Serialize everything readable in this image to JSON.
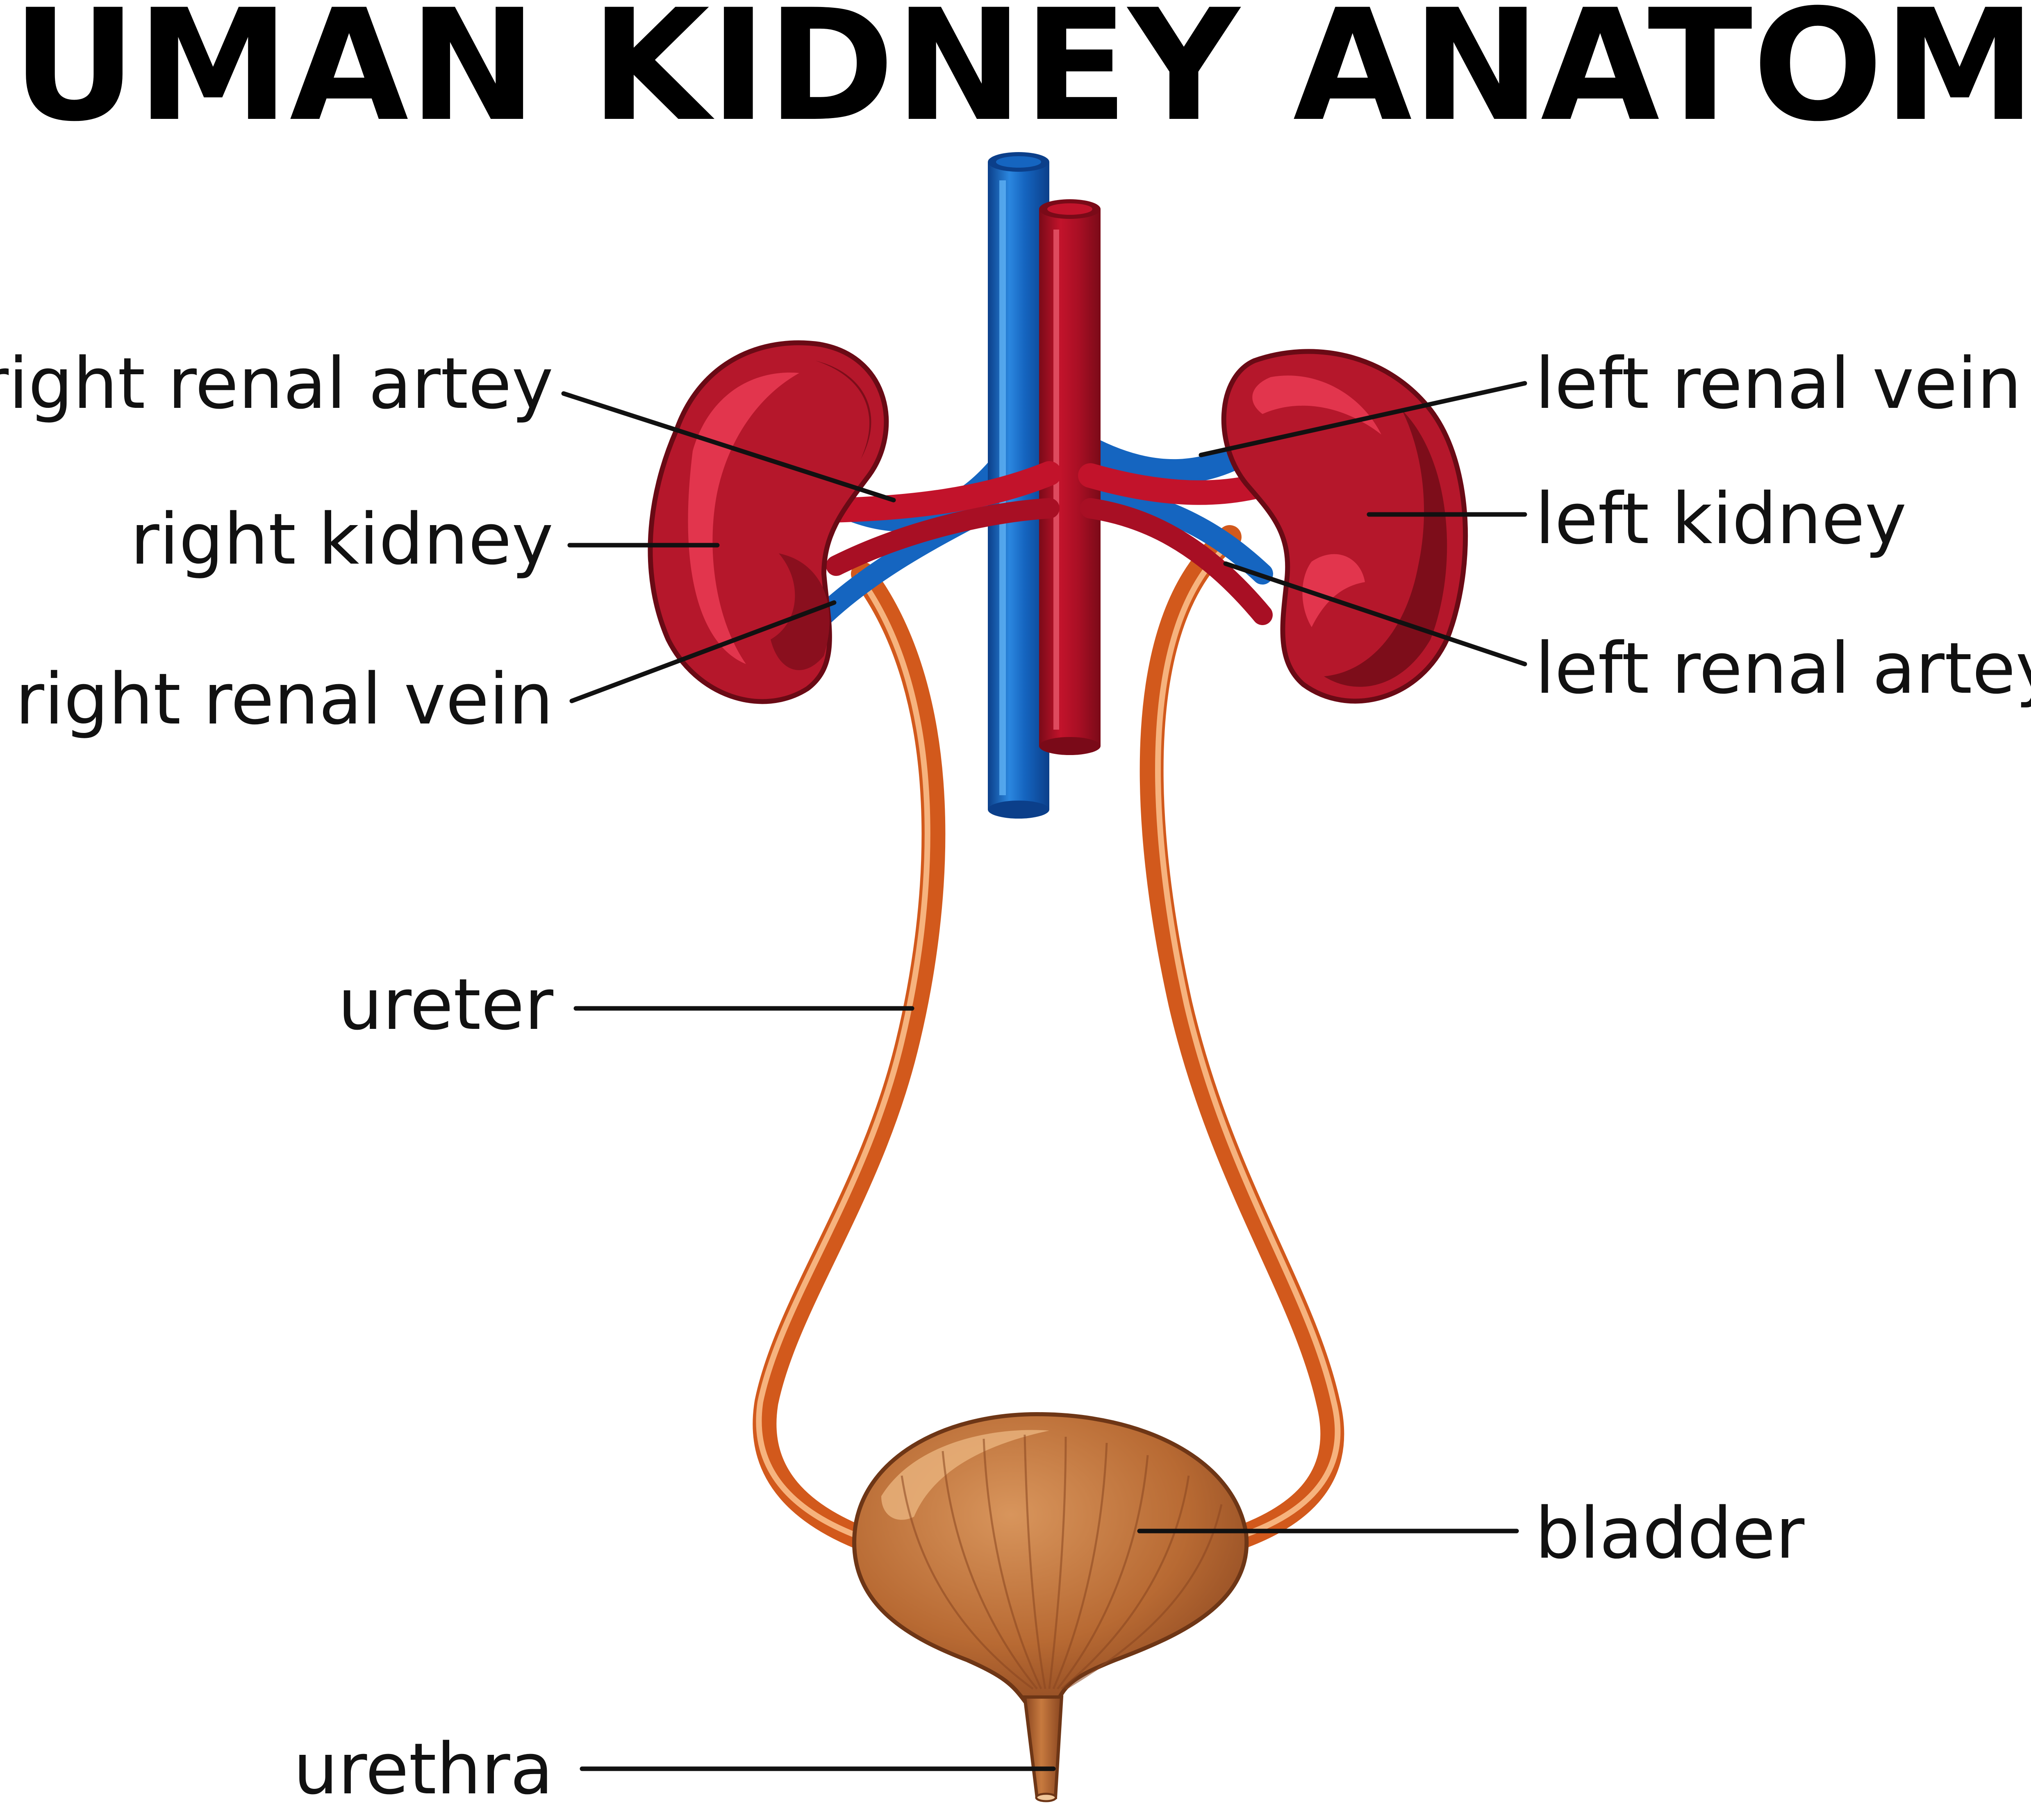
{
  "title": "HUMAN KIDNEY ANATOMY",
  "labels": {
    "right_renal_artery": "right renal artey",
    "right_kidney": "right kidney",
    "right_renal_vein": "right renal vein",
    "left_renal_vein": "left renal vein",
    "left_kidney": "left kidney",
    "left_renal_artery": "left renal artey",
    "ureter": "ureter",
    "bladder": "bladder",
    "urethra": "urethra"
  },
  "colors": {
    "kidney": "#b5172b",
    "kidney_dark": "#7d0d1a",
    "kidney_light": "#e2354d",
    "vena_cava": "#1565c0",
    "vena_cava_dark": "#0b3f8a",
    "vena_cava_light": "#4aa3ef",
    "aorta": "#c2132b",
    "aorta_dark": "#7a0a18",
    "ureter": "#d2591c",
    "ureter_light": "#f6b37e",
    "bladder": "#b86a33",
    "bladder_dark": "#8a4620",
    "bladder_light": "#dba06a"
  }
}
